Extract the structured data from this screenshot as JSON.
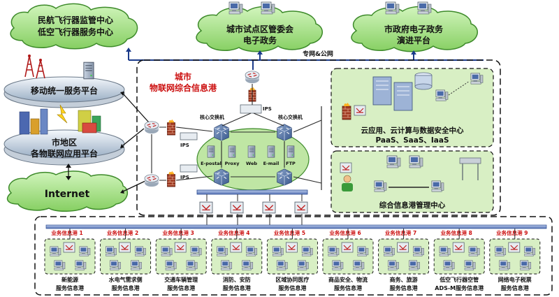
{
  "clouds": {
    "civil_aviation": [
      "民航飞行器监管中心",
      "低空飞行器服务中心"
    ],
    "pilot_zone": [
      "城市试点区管委会",
      "电子政务"
    ],
    "municipal": [
      "市政府电子政务",
      "演进平台"
    ],
    "internet": "Internet"
  },
  "network_link_label": "专网&公网",
  "platforms": {
    "mobile": "移动统一服务平台",
    "iot_apps": [
      "市地区",
      "各物联网应用平台"
    ]
  },
  "hub_title": [
    "城市",
    "物联网综合信息港"
  ],
  "labels": {
    "ips_top": "IPS",
    "ips_mid": "IPS",
    "ips_low": "IPS",
    "core_switch_left": "核心交换机",
    "core_switch_right": "核心交换机"
  },
  "servers": [
    "E-postal",
    "Proxy",
    "Web",
    "E-mail",
    "FTP"
  ],
  "cloud_center": {
    "title": "云应用、云计算与数据安全中心",
    "subtitle": "PaaS、SaaS、IaaS"
  },
  "mgmt_center": "综合信息港管理中心",
  "port_tag": "业务信息港",
  "ports": [
    {
      "n": "1",
      "name": [
        "新能源",
        "服务信息港"
      ]
    },
    {
      "n": "2",
      "name": [
        "水电气需求侧",
        "服务信息港"
      ]
    },
    {
      "n": "3",
      "name": [
        "交通车辆管理",
        "服务信息港"
      ]
    },
    {
      "n": "4",
      "name": [
        "消防、安防",
        "服务信息港"
      ]
    },
    {
      "n": "5",
      "name": [
        "区域协同医疗",
        "服务信息港"
      ]
    },
    {
      "n": "6",
      "name": [
        "商品安全、物流",
        "服务信息港"
      ]
    },
    {
      "n": "7",
      "name": [
        "商务、旅游",
        "服务信息港"
      ]
    },
    {
      "n": "8",
      "name": [
        "低空飞行器空管",
        "ADS-M服务信息港"
      ]
    },
    {
      "n": "9",
      "name": [
        "网络电子税票",
        "服务信息港"
      ]
    }
  ],
  "colors": {
    "cloud_fill": "#a8e08c",
    "cloud_stroke": "#3d8a2a",
    "panel_fill": "#d8efc4",
    "accent_red": "#cc1010",
    "bus_blue": "#2850b0",
    "title_red": "#cc1010",
    "subtitle_blue": "#1a2a9a"
  }
}
